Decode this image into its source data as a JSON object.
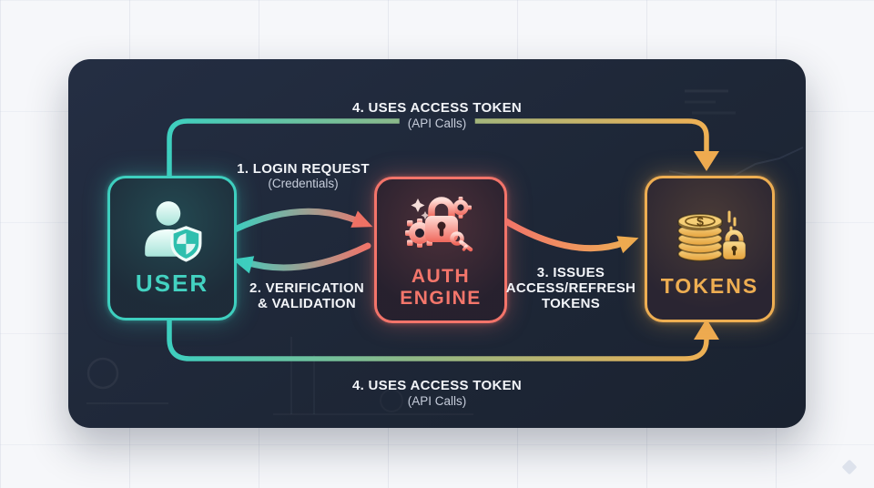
{
  "colors": {
    "background": "#f6f7fa",
    "panel": "#1e2737",
    "teal": "#3ecfbf",
    "coral": "#f3746a",
    "gold": "#eeae52",
    "label_text": "#f3f5f9",
    "sublabel_text": "#c6cddb"
  },
  "nodes": {
    "user": {
      "label": "USER"
    },
    "auth": {
      "line1": "AUTH",
      "line2": "ENGINE"
    },
    "tokens": {
      "label": "TOKENS"
    }
  },
  "edges": {
    "login": {
      "title": "1. LOGIN REQUEST",
      "subtitle": "(Credentials)"
    },
    "verification": {
      "line1": "2. VERIFICATION",
      "line2": "& VALIDATION"
    },
    "issues": {
      "line1": "3. ISSUES",
      "line2": "ACCESS/REFRESH",
      "line3": "TOKENS"
    },
    "uses_top": {
      "title": "4. USES ACCESS TOKEN",
      "subtitle": "(API Calls)"
    },
    "uses_bottom": {
      "title": "4. USES ACCESS TOKEN",
      "subtitle": "(API Calls)"
    }
  },
  "icons": {
    "user": "user-shield-icon",
    "auth": "lock-gears-key-icon",
    "tokens": "coin-stack-lock-icon"
  }
}
